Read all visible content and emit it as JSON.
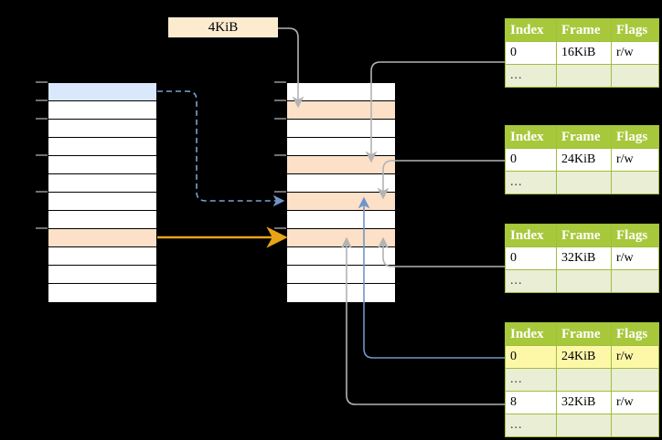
{
  "diagram": {
    "title_label": "4KiB",
    "colors": {
      "header_green": "#a8c83c",
      "ellipsis_row": "#e9eed5",
      "highlight_yellow": "#fdf7a8",
      "peach_row": "#fde0c8",
      "blue_row": "#d9e8fb",
      "orange_arrow": "#e8a317",
      "blue_arrow": "#6f95c9",
      "gray_arrow": "#b3b3b3",
      "label_bg": "#fdebd0"
    }
  },
  "left_column": {
    "name": "virtual-address-space",
    "row_count": 12,
    "rows": [
      {
        "index": 0,
        "fill": "blue"
      },
      {
        "index": 1,
        "fill": "white"
      },
      {
        "index": 2,
        "fill": "white"
      },
      {
        "index": 3,
        "fill": "white"
      },
      {
        "index": 4,
        "fill": "white"
      },
      {
        "index": 5,
        "fill": "white"
      },
      {
        "index": 6,
        "fill": "white"
      },
      {
        "index": 7,
        "fill": "white"
      },
      {
        "index": 8,
        "fill": "peach"
      },
      {
        "index": 9,
        "fill": "white"
      },
      {
        "index": 10,
        "fill": "white"
      },
      {
        "index": 11,
        "fill": "white"
      }
    ]
  },
  "middle_column": {
    "name": "physical-memory",
    "row_count": 12,
    "rows": [
      {
        "index": 0,
        "fill": "white"
      },
      {
        "index": 1,
        "fill": "peach"
      },
      {
        "index": 2,
        "fill": "white"
      },
      {
        "index": 3,
        "fill": "white"
      },
      {
        "index": 4,
        "fill": "peach"
      },
      {
        "index": 5,
        "fill": "white"
      },
      {
        "index": 6,
        "fill": "peach"
      },
      {
        "index": 7,
        "fill": "white"
      },
      {
        "index": 8,
        "fill": "peach"
      },
      {
        "index": 9,
        "fill": "white"
      },
      {
        "index": 10,
        "fill": "white"
      },
      {
        "index": 11,
        "fill": "white"
      }
    ]
  },
  "tables": [
    {
      "name": "page-table-level-1",
      "headers": [
        "Index",
        "Frame",
        "Flags"
      ],
      "rows": [
        {
          "cells": [
            "0",
            "16KiB",
            "r/w"
          ],
          "type": "data",
          "highlight": []
        },
        {
          "cells": [
            "...",
            "",
            ""
          ],
          "type": "ellipsis",
          "highlight": []
        }
      ]
    },
    {
      "name": "page-table-level-2",
      "headers": [
        "Index",
        "Frame",
        "Flags"
      ],
      "rows": [
        {
          "cells": [
            "0",
            "24KiB",
            "r/w"
          ],
          "type": "data",
          "highlight": []
        },
        {
          "cells": [
            "...",
            "",
            ""
          ],
          "type": "ellipsis",
          "highlight": []
        }
      ]
    },
    {
      "name": "page-table-level-3",
      "headers": [
        "Index",
        "Frame",
        "Flags"
      ],
      "rows": [
        {
          "cells": [
            "0",
            "32KiB",
            "r/w"
          ],
          "type": "data",
          "highlight": []
        },
        {
          "cells": [
            "...",
            "",
            ""
          ],
          "type": "ellipsis",
          "highlight": []
        }
      ]
    },
    {
      "name": "page-table-level-4",
      "headers": [
        "Index",
        "Frame",
        "Flags"
      ],
      "rows": [
        {
          "cells": [
            "0",
            "24KiB",
            "r/w"
          ],
          "type": "data",
          "highlight": [
            0,
            1,
            2
          ]
        },
        {
          "cells": [
            "...",
            "",
            ""
          ],
          "type": "ellipsis",
          "highlight": []
        },
        {
          "cells": [
            "8",
            "32KiB",
            "r/w"
          ],
          "type": "data",
          "highlight": []
        },
        {
          "cells": [
            "...",
            "",
            ""
          ],
          "type": "ellipsis",
          "highlight": []
        }
      ]
    }
  ]
}
